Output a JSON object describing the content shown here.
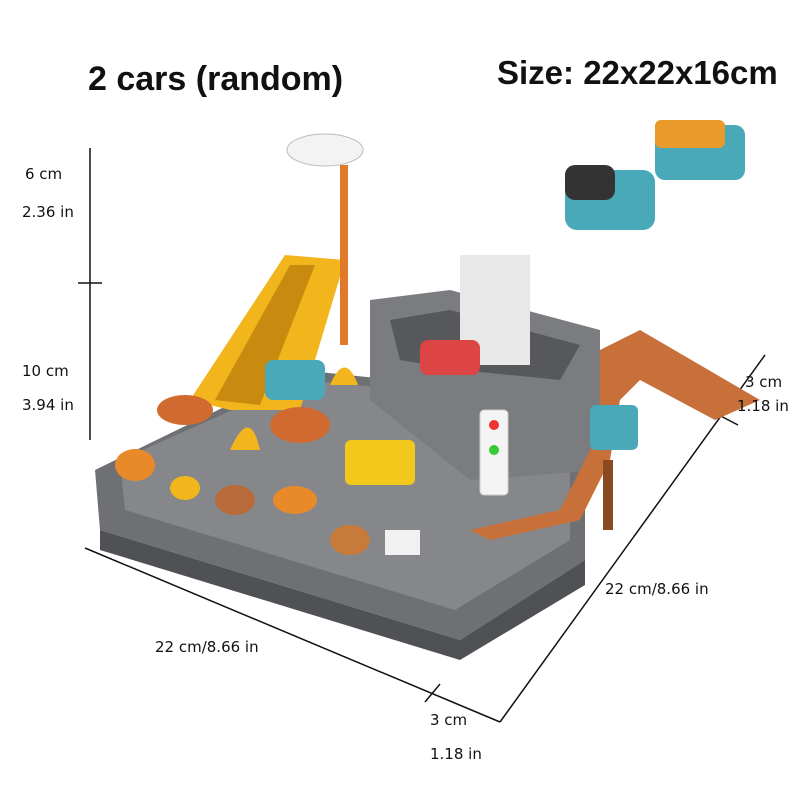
{
  "headline": "2 cars (random)",
  "size_label": "Size: 22x22x16cm",
  "dimensions": {
    "top_height_cm": "6 cm",
    "top_height_in": "2.36 in",
    "base_height_cm": "10 cm",
    "base_height_in": "3.94 in",
    "ramp_cm_right": "3 cm",
    "ramp_in_right": "1.18 in",
    "depth_right": "22 cm/8.66 in",
    "width_bottom": "22 cm/8.66 in",
    "ramp_cm_bottom": "3 cm",
    "ramp_in_bottom": "1.18 in"
  },
  "colors": {
    "base_gray": "#6e7074",
    "track_orange": "#c8703a",
    "slide_yellow": "#f2b51c",
    "car_teal": "#4aa9b8"
  }
}
